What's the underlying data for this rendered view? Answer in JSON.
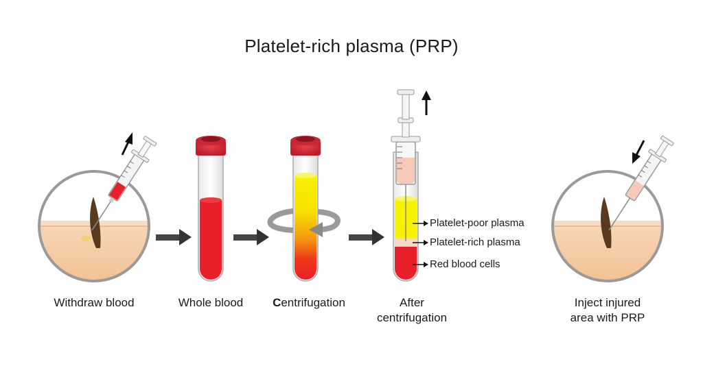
{
  "title": "Platelet-rich plasma (PRP)",
  "stages": [
    {
      "label": "Withdraw blood"
    },
    {
      "label": "Whole blood"
    },
    {
      "label_bold": "C",
      "label_rest": "entrifugation"
    },
    {
      "label_line1": "After",
      "label_line2": "centrifugation"
    },
    {
      "label_line1": "Inject injured",
      "label_line2": "area with PRP"
    }
  ],
  "layers": [
    "Platelet-poor plasma",
    "Platelet-rich plasma",
    "Red blood cells"
  ],
  "colors": {
    "blood": "#e8202a",
    "plasma_poor": "#f7f200",
    "plasma_rich": "#f7d8c8",
    "cap": "#d9303f",
    "skin": "#f4c9a0",
    "arrow": "#333333"
  }
}
